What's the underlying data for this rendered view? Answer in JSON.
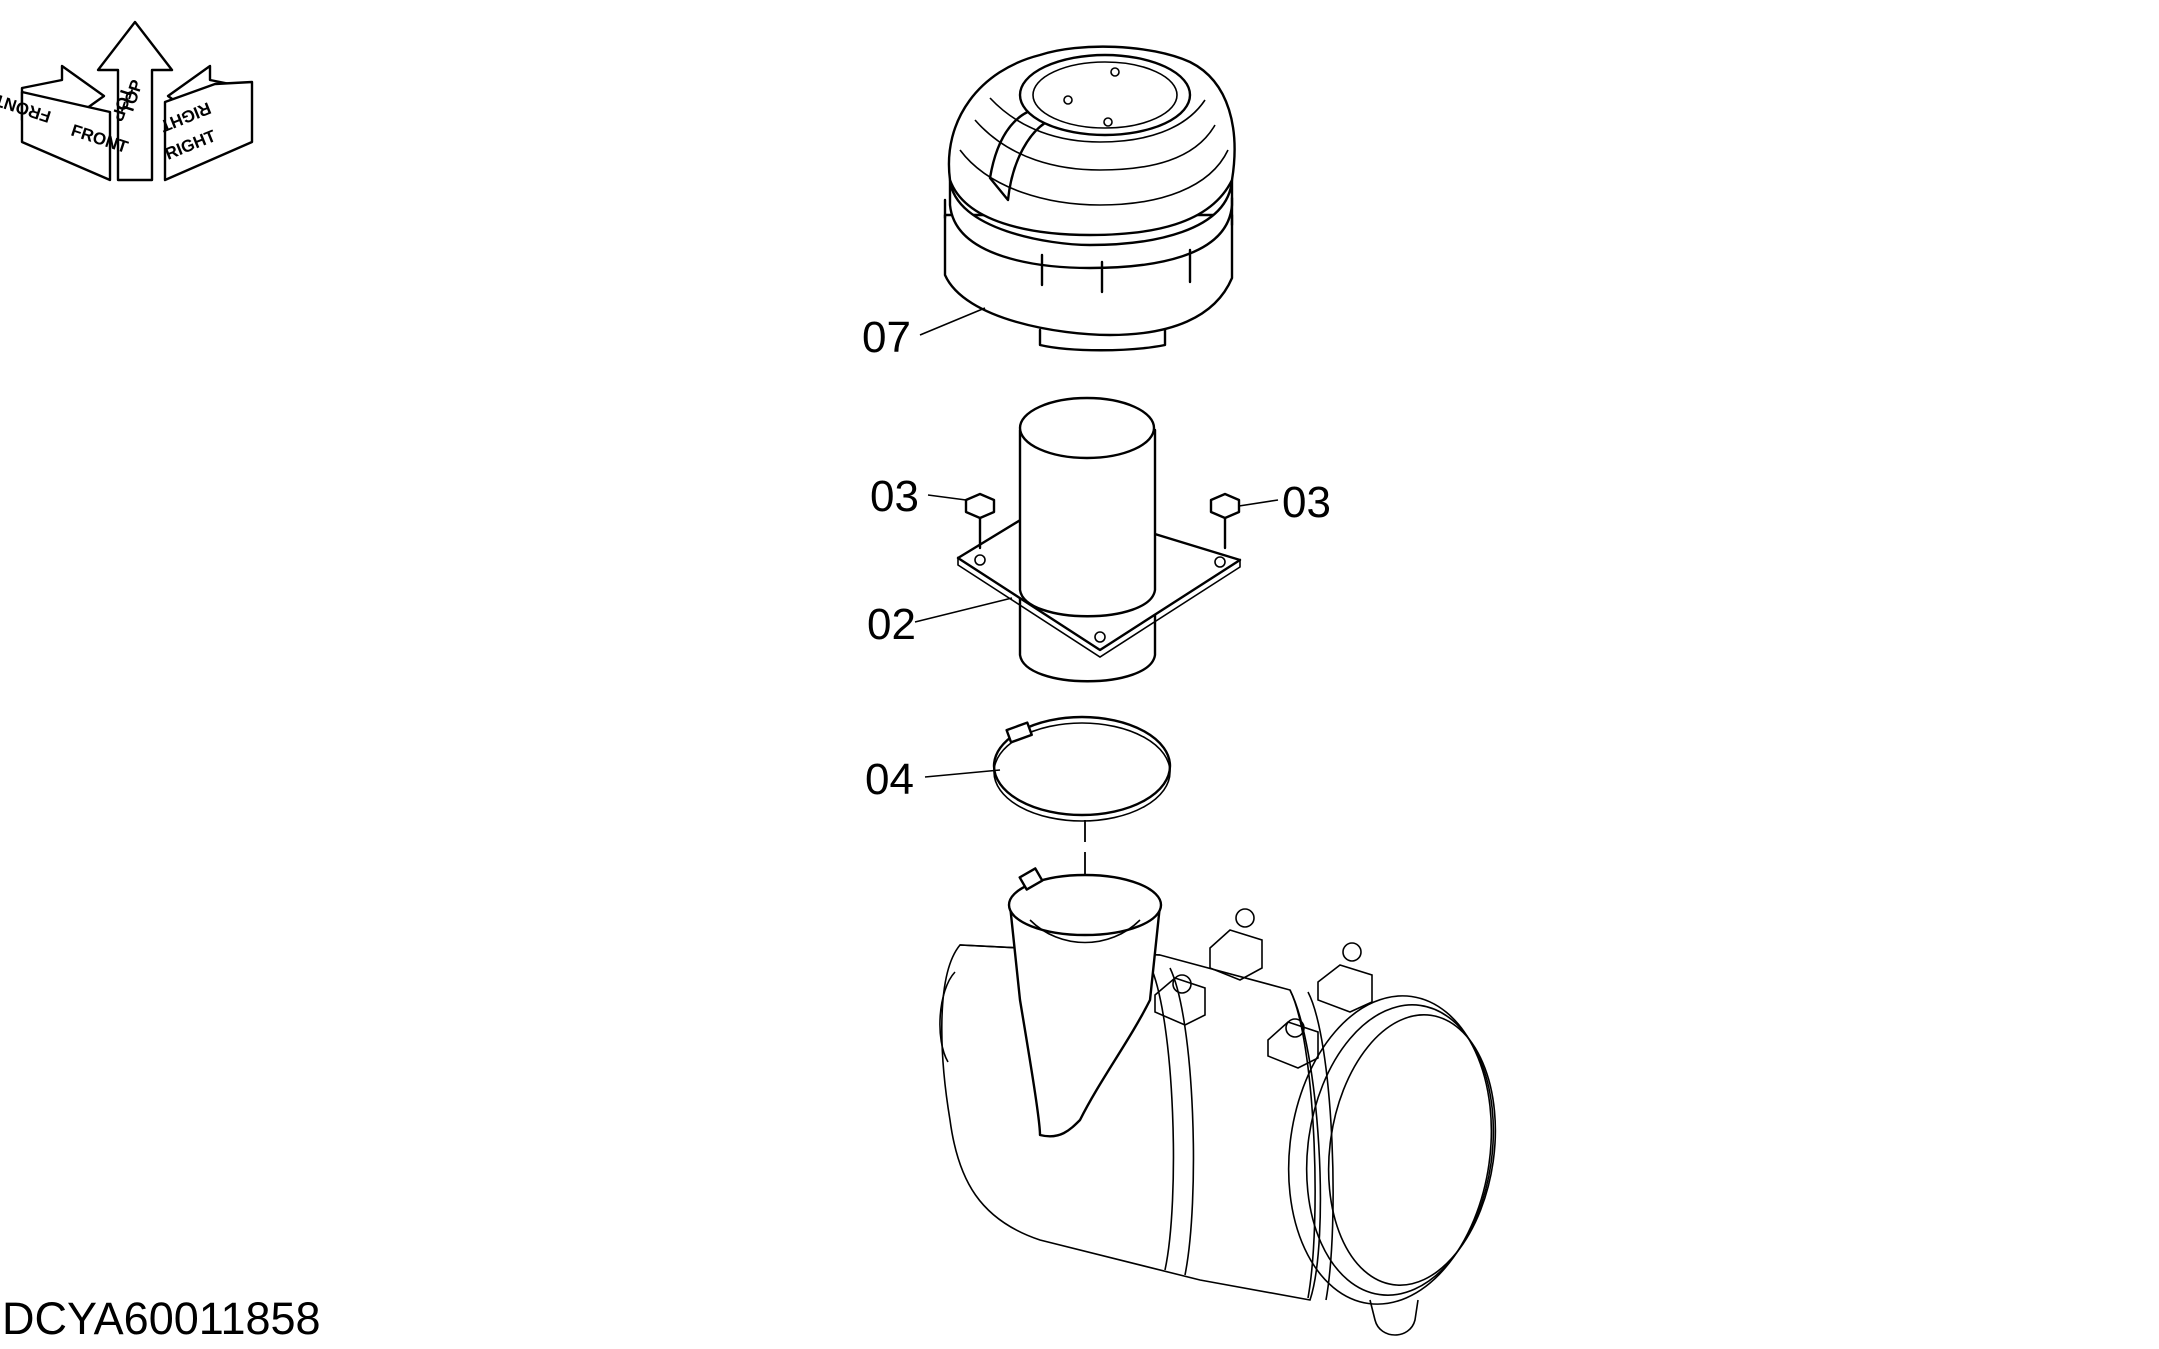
{
  "orientation": {
    "front": "FRONT",
    "top": "TOP",
    "right": "RIGHT"
  },
  "parts": {
    "cap": "07",
    "bolt_left": "03",
    "bolt_right": "03",
    "pipe_flange": "02",
    "clamp": "04"
  },
  "drawing_code": "DCYA60011858"
}
